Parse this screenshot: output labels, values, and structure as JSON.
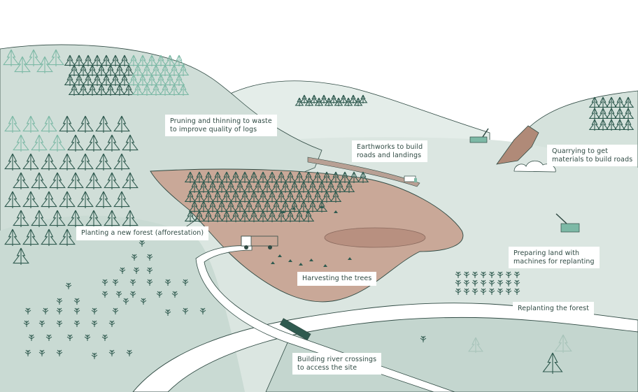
{
  "colors": {
    "sky": "#ffffff",
    "hill_light": "#e6eeea",
    "hill_mid": "#d2e0da",
    "hill_dark": "#b3c9c0",
    "valley": "#c8d9d2",
    "clearing": "#c9a898",
    "clearing_edge": "#8a6a5e",
    "landing": "#b89080",
    "river": "#ffffff",
    "road": "#ffffff",
    "tree_dark": "#2f5a4f",
    "tree_light": "#7db9a6",
    "outline": "#2f4a43",
    "quarry": "#b08a78"
  },
  "labels": {
    "pruning": "Pruning and thinning to waste\nto improve quality of logs",
    "earthworks": "Earthworks to build\nroads and landings",
    "quarrying": "Quarrying to get\nmaterials to build roads",
    "planting": "Planting a new forest (afforestation)",
    "preparing": "Preparing land with\nmachines for replanting",
    "harvesting": "Harvesting the trees",
    "replanting": "Replanting the forest",
    "river": "Building river crossings\nto access the site"
  }
}
